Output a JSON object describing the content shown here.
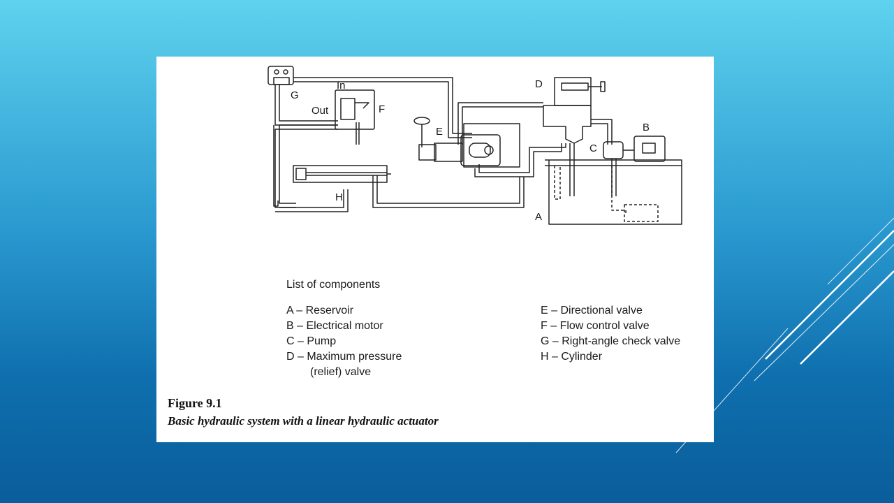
{
  "diagram": {
    "labels": {
      "a": "A",
      "b": "B",
      "c": "C",
      "d": "D",
      "e": "E",
      "f": "F",
      "g": "G",
      "h": "H",
      "in": "In",
      "out": "Out"
    }
  },
  "components": {
    "title": "List of components",
    "left": [
      {
        "text": "A – Reservoir"
      },
      {
        "text": "B – Electrical motor"
      },
      {
        "text": "C – Pump"
      },
      {
        "text": "D – Maximum pressure",
        "cont": "(relief) valve"
      }
    ],
    "right": [
      {
        "text": "E – Directional valve"
      },
      {
        "text": "F – Flow control valve"
      },
      {
        "text": "G – Right-angle check valve"
      },
      {
        "text": "H – Cylinder"
      }
    ]
  },
  "caption": {
    "number": "Figure 9.1",
    "text": "Basic hydraulic system with a linear hydraulic actuator"
  },
  "colors": {
    "background_top": "#5fd2ee",
    "background_bottom": "#0a5d9a",
    "accent_lines": "#ffffff"
  }
}
